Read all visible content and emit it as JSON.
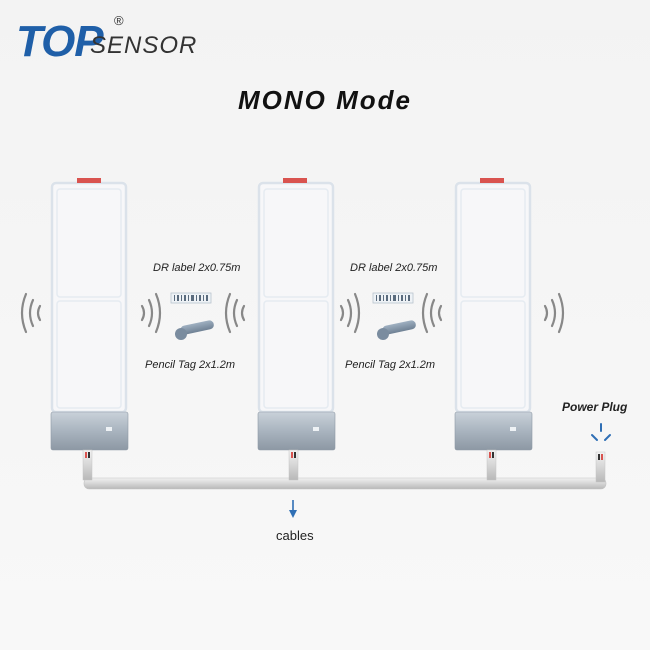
{
  "logo": {
    "top": "TOP",
    "sensor": "SENSOR",
    "registered": "®"
  },
  "title": "MONO Mode",
  "gaps": [
    {
      "label_top": "DR label 2x0.75m",
      "label_bottom": "Pencil Tag 2x1.2m"
    },
    {
      "label_top": "DR label 2x0.75m",
      "label_bottom": "Pencil Tag 2x1.2m"
    }
  ],
  "power_plug": "Power Plug",
  "cables": "cables",
  "colors": {
    "brand_blue": "#1f5fa8",
    "antenna_cap": "#d9534f",
    "arrow_blue": "#2f6fb5",
    "base_box": "#aeb8c3"
  }
}
